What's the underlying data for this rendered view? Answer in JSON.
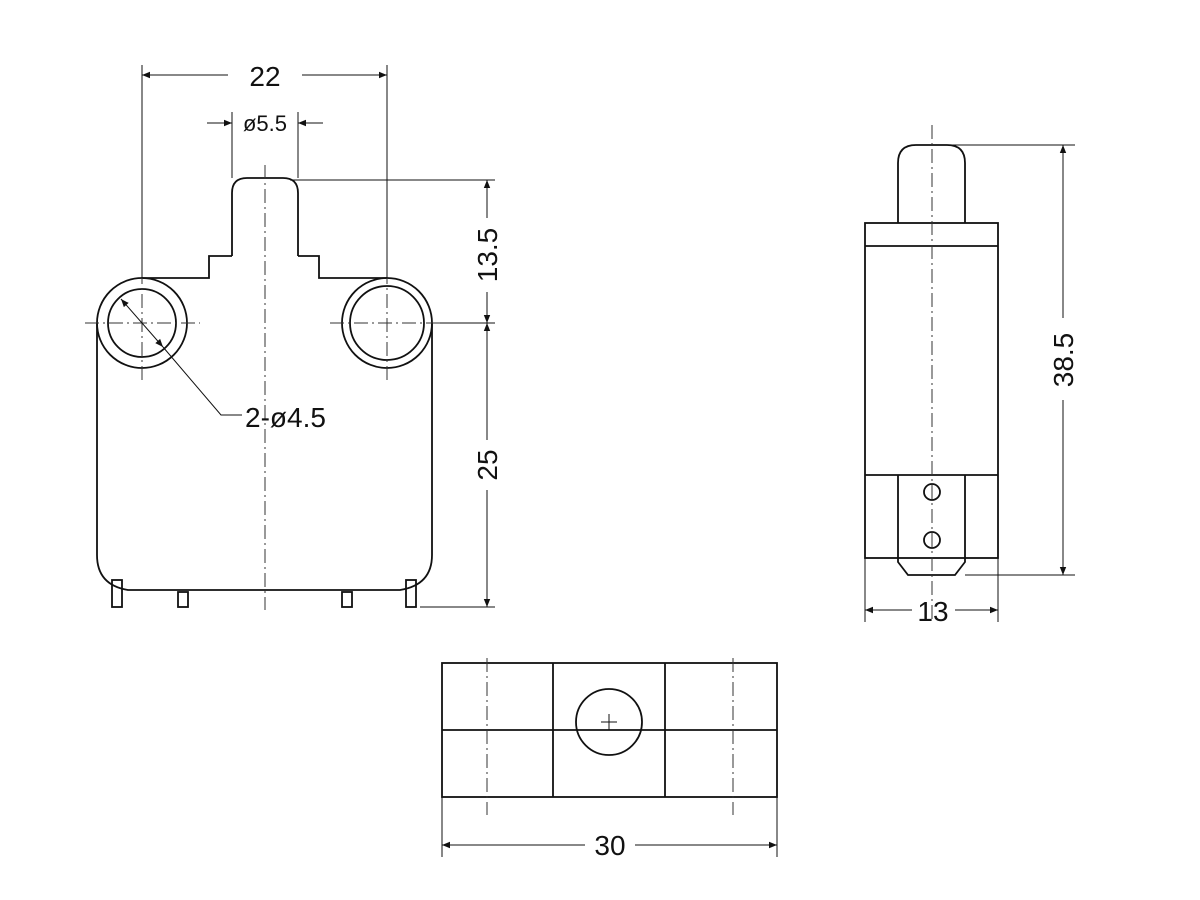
{
  "drawing": {
    "front_view": {
      "width_dim": "22",
      "plunger_dia_dim": "ø5.5",
      "plunger_height_dim": "13.5",
      "body_height_dim": "25",
      "hole_note": "2-ø4.5"
    },
    "side_view": {
      "total_height_dim": "38.5",
      "thickness_dim": "13"
    },
    "bottom_view": {
      "length_dim": "30"
    },
    "colors": {
      "line": "#111111",
      "background": "#ffffff"
    }
  }
}
